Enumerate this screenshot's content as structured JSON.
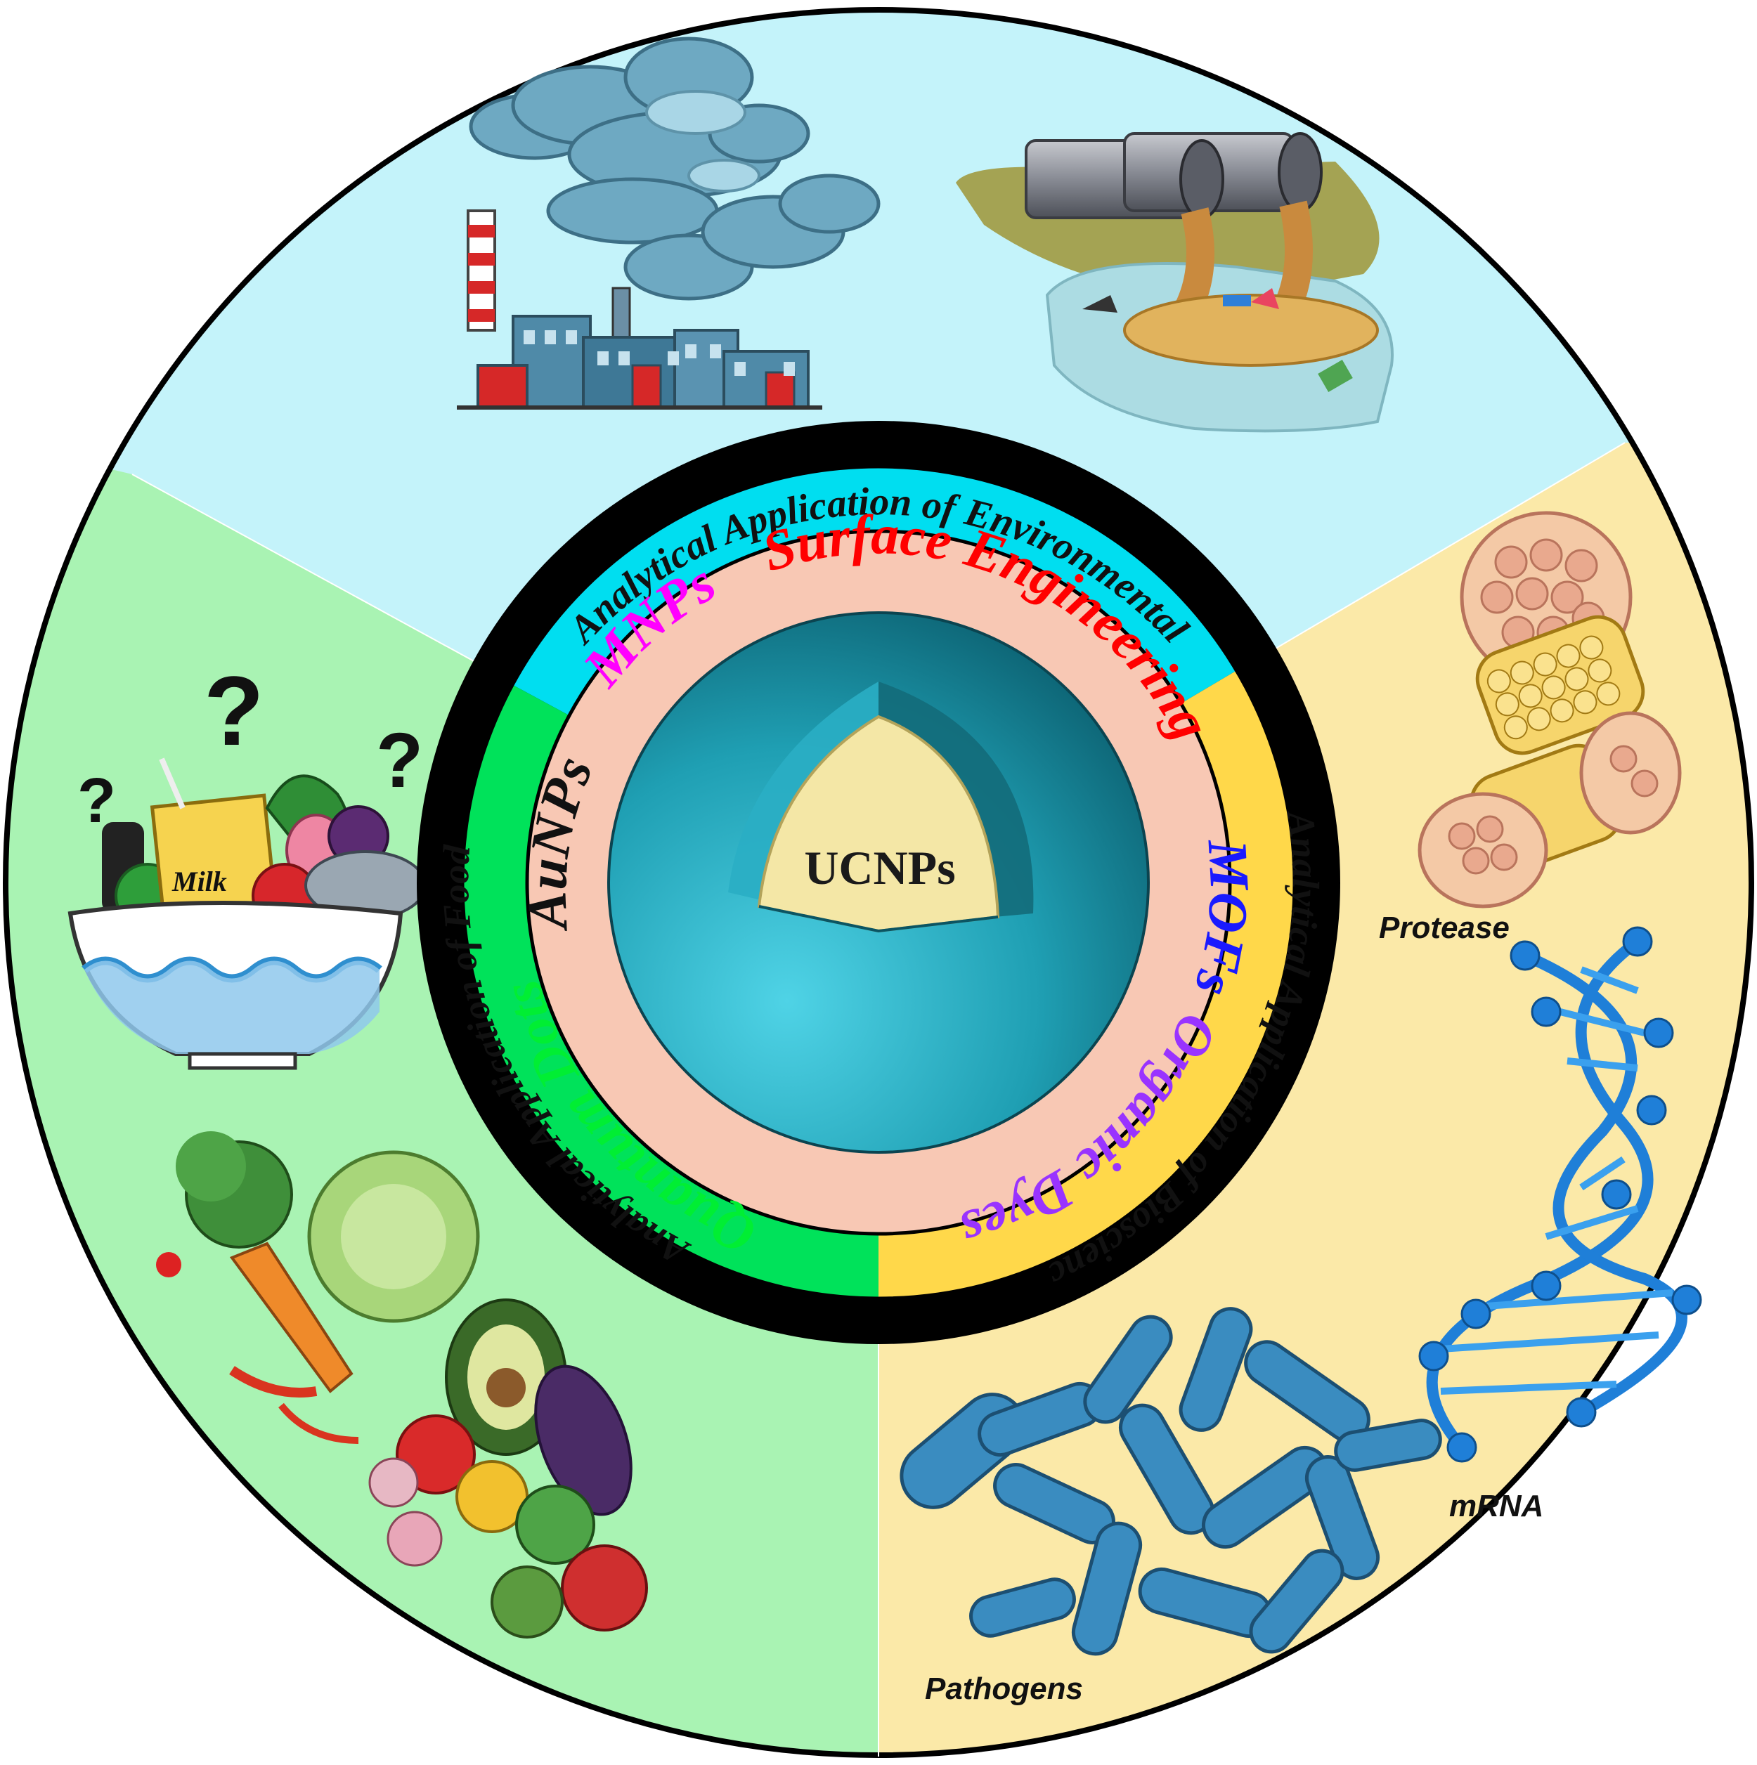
{
  "center": {
    "label": "UCNPs"
  },
  "outer_ring": {
    "environment": "Analytical Application of Environmental",
    "bioscience": "Analytical Application of Bioscienc",
    "food": "Analytical Application of Food"
  },
  "inner_ring": [
    {
      "label": "MNPs",
      "color": "#ff00ff"
    },
    {
      "label": "Surface Engineering",
      "color": "#ff0000"
    },
    {
      "label": "MOFs",
      "color": "#1a1aff"
    },
    {
      "label": "Organic Dyes",
      "color": "#9933ff"
    },
    {
      "label": "Quantum Dots",
      "color": "#00ee33"
    },
    {
      "label": "AuNPs",
      "color": "#111111"
    }
  ],
  "illustrations": {
    "milk": "Milk",
    "protease": "Protease",
    "mrna": "mRNA",
    "pathogens": "Pathogens",
    "question_mark": "?"
  },
  "colors": {
    "environment_bg": "#c4f3fa",
    "bioscience_bg": "#fbe9a8",
    "food_bg": "#a9f3b3",
    "environment_band": "#00def0",
    "bioscience_band": "#ffd84a",
    "food_band": "#00e25a",
    "inner_band": "#f8c8b4",
    "shell": "#24a4b8",
    "core": "#f4e7a6"
  }
}
